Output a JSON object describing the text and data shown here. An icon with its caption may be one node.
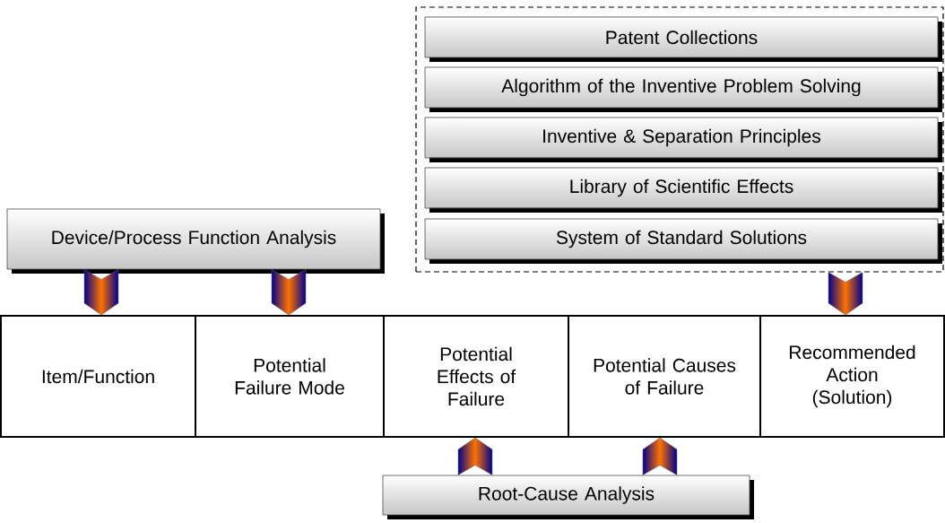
{
  "diagram": {
    "nodes": [
      {
        "text": [],
        "shape": "box"
      },
      {
        "text": [
          "Patent Collections"
        ],
        "in": 0
      },
      {
        "text": [
          "Algorithm of the Inventive Problem Solving"
        ],
        "in": 0
      },
      {
        "text": [
          "Inventive &  Separation Principles"
        ],
        "in": 0
      },
      {
        "text": [
          "Library of Scientific Effects"
        ],
        "in": 0
      },
      {
        "text": [
          "System of Standard Solutions"
        ],
        "in": 0
      },
      {
        "text": [
          "Device/Process Function Analysis"
        ]
      },
      {
        "text": [
          "Item/Function"
        ]
      },
      {
        "text": [
          "Potential Failure Mode"
        ]
      },
      {
        "text": [
          "Potential Effects of Failure"
        ]
      },
      {
        "text": [
          "Potential Causes of Failure"
        ]
      },
      {
        "text": [
          "Recommended Action (Solution)"
        ]
      },
      {
        "text": [
          "Root-Cause Analysis"
        ]
      }
    ],
    "edges": [
      {
        "from": 6,
        "to": 7,
        "arrow": "to"
      },
      {
        "from": 6,
        "to": 8,
        "arrow": "to"
      },
      {
        "from": 0,
        "to": 11,
        "arrow": "to"
      },
      {
        "from": 12,
        "to": 9,
        "arrow": "to"
      },
      {
        "from": 12,
        "to": 10,
        "arrow": "to"
      }
    ]
  }
}
